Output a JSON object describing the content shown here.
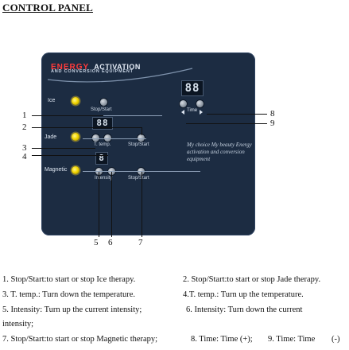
{
  "heading": "CONTROL PANEL",
  "panel": {
    "brand_highlight": "ENERGY",
    "brand_rest": "ACTIVATION",
    "brand_sub": "AND CONVERSION EQUIPMENT",
    "rows": {
      "ice": "Ice",
      "jade": "Jade",
      "magnetic": "Magnetic",
      "time": "Time"
    },
    "controls": {
      "ice_stop_start": "Stop/Start",
      "jade_ttemp": "T. temp.",
      "jade_stop_start": "Stop/Start",
      "mag_intensity": "Intensity",
      "mag_stop_start": "Stop/Start"
    },
    "displays": {
      "jade_display": "88",
      "mag_display": "8",
      "time_display": "88"
    },
    "tagline": "My choice My beauty Energy activation and conversion equipment"
  },
  "callouts": [
    "1",
    "2",
    "3",
    "4",
    "5",
    "6",
    "7",
    "8",
    "9"
  ],
  "notes": {
    "n1": "1. Stop/Start:to start or stop Ice therapy.",
    "n2": "2. Stop/Start:to start or stop Jade therapy.",
    "n3": "3. T. temp.: Turn down the temperature.",
    "n4": "4.T. temp.: Turn up the temperature.",
    "n5": "5. Intensity: Turn up the current intensity;",
    "n6a": "6. Intensity: Turn down the current",
    "n6b": "intensity;",
    "n7": "7. Stop/Start:to start or stop Magnetic therapy;",
    "n8": "8. Time: Time (+);",
    "n9": "9. Time: Time",
    "n9b": "(-)"
  }
}
